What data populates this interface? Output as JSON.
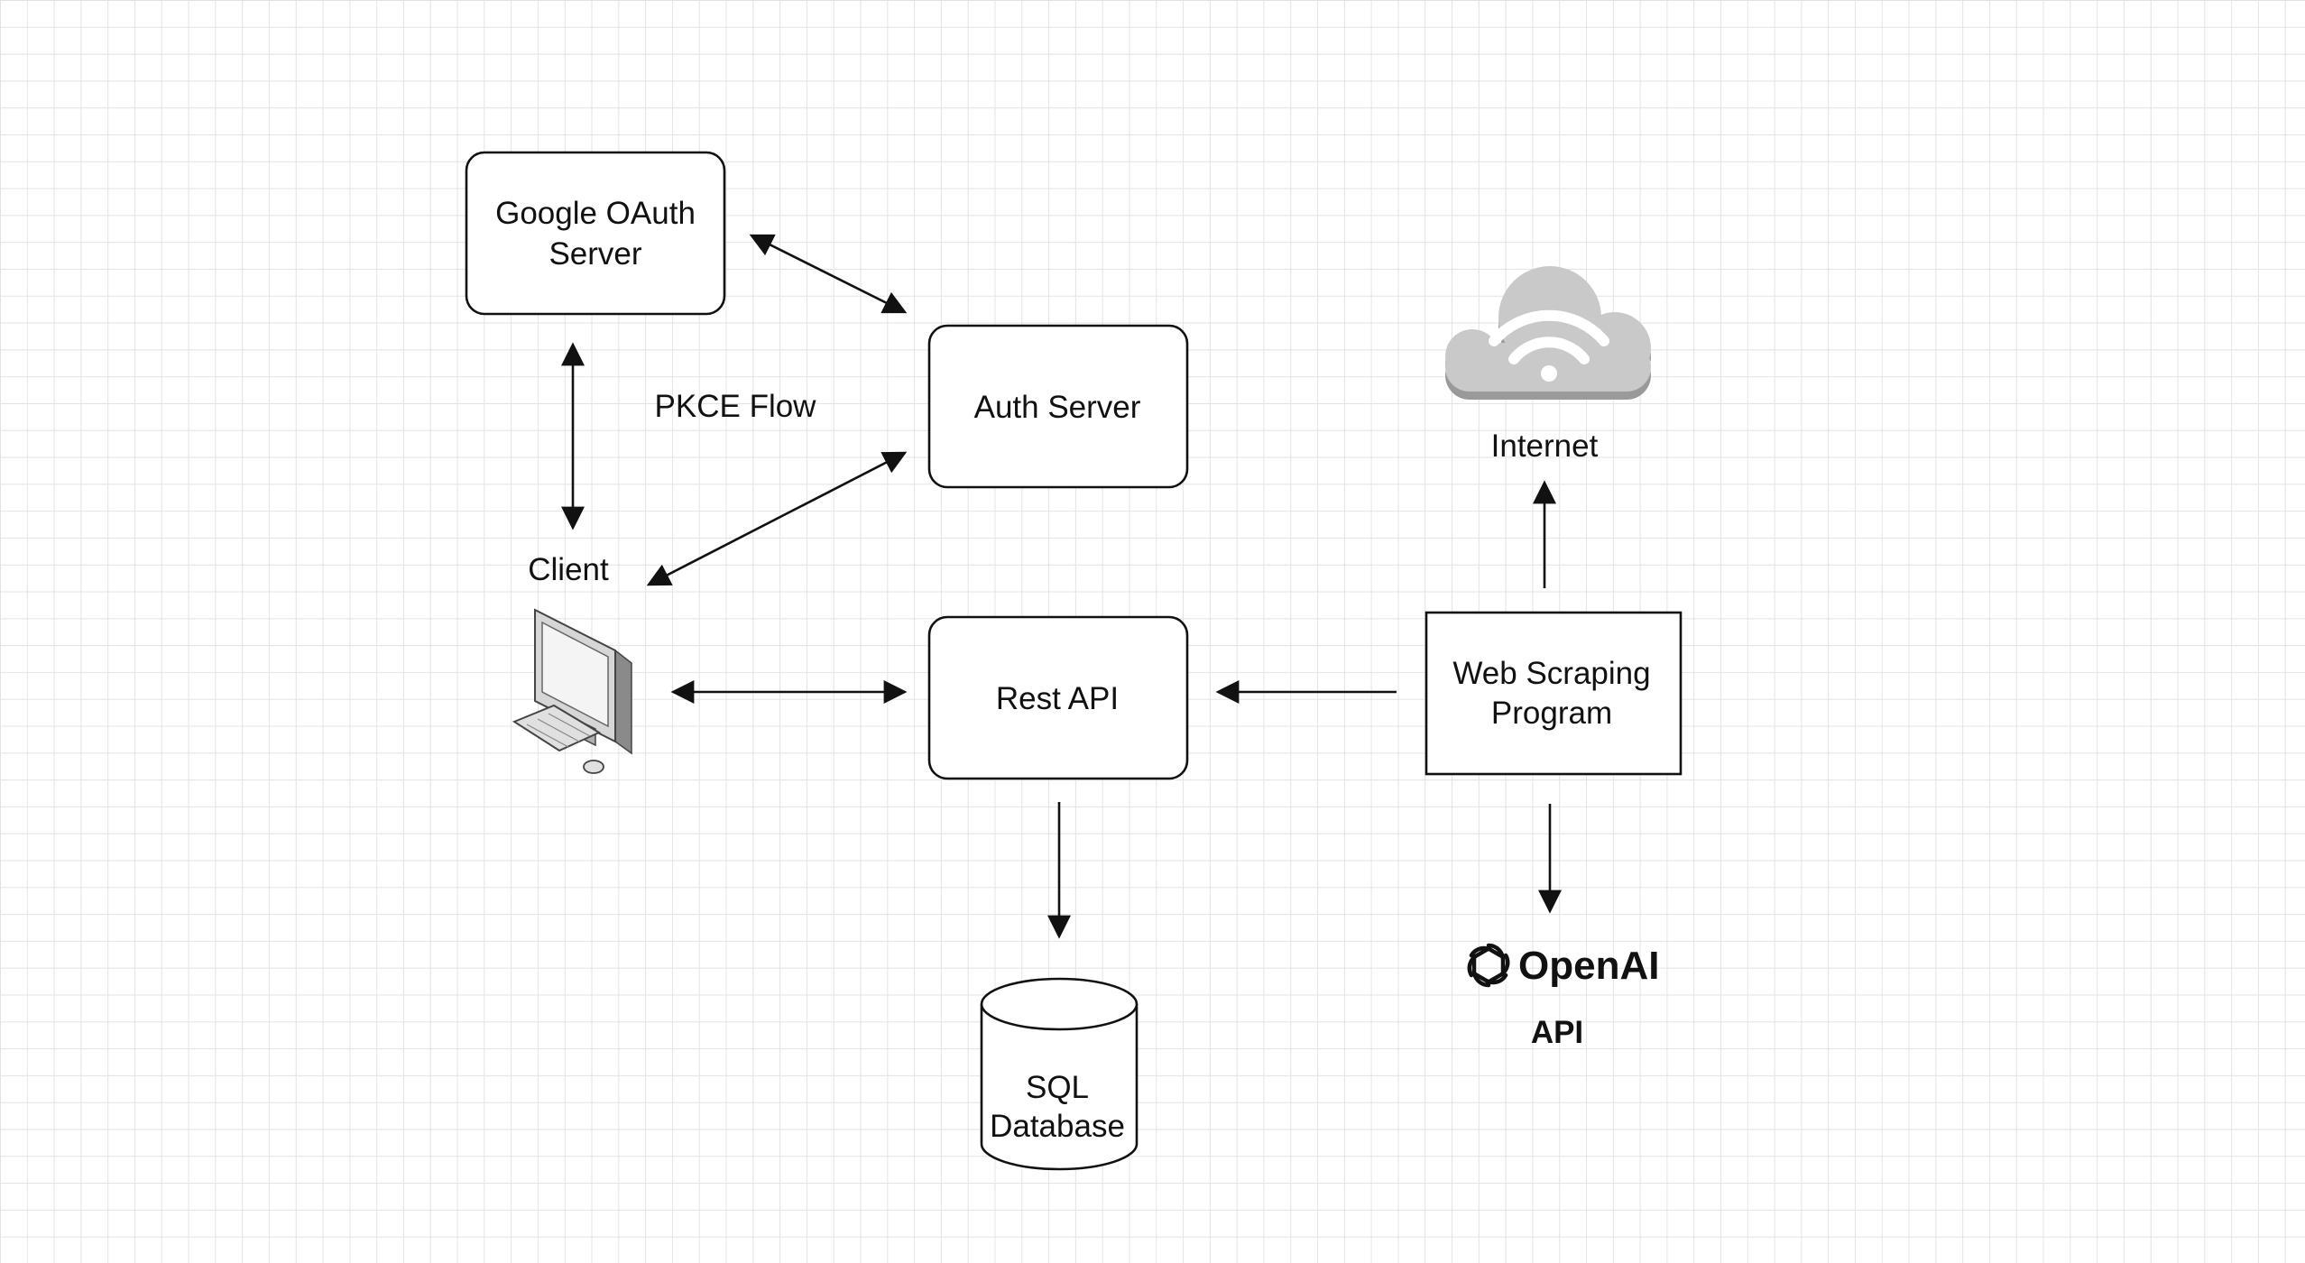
{
  "nodes": {
    "google_oauth": {
      "line1": "Google OAuth",
      "line2": "Server"
    },
    "auth_server": {
      "label": "Auth Server"
    },
    "client": {
      "label": "Client"
    },
    "rest_api": {
      "label": "Rest API"
    },
    "web_scraping": {
      "line1": "Web Scraping",
      "line2": "Program"
    },
    "internet": {
      "label": "Internet"
    },
    "sql_database": {
      "line1": "SQL",
      "line2": "Database"
    },
    "openai": {
      "logo_text": "OpenAI",
      "label": "API"
    }
  },
  "edge_labels": {
    "pkce": "PKCE Flow"
  },
  "icons": {
    "cloud": "cloud-wifi-icon",
    "computer": "desktop-computer-icon",
    "openai_logo": "openai-logo-icon",
    "database": "database-cylinder-icon"
  },
  "colors": {
    "line": "#111111",
    "grid": "#e3e3e3",
    "cloud": "#c9c9c9",
    "cloud_shadow": "#9a9a9a"
  }
}
